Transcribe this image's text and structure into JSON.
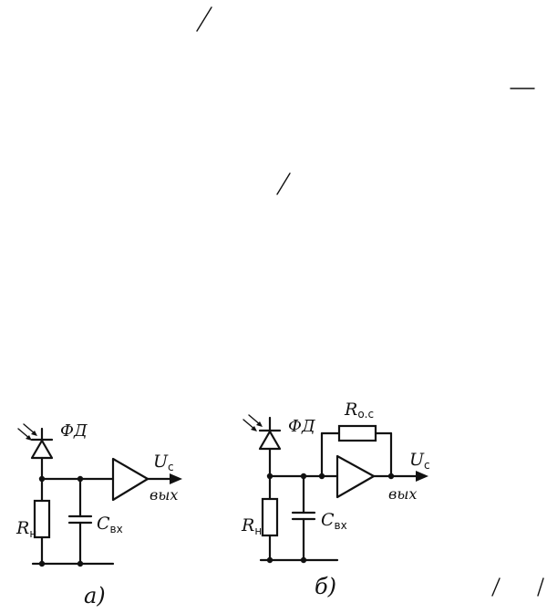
{
  "colors": {
    "ink": "#111111",
    "background": "#ffffff"
  },
  "circuit_a": {
    "photodiode": "ФД",
    "load_resistor": {
      "main": "R",
      "sub": "н"
    },
    "input_capacitance": {
      "main": "C",
      "sub": "вх"
    },
    "signal": {
      "main": "U",
      "sub": "с"
    },
    "output": "вых",
    "caption": "а)"
  },
  "circuit_b": {
    "photodiode": "ФД",
    "feedback_resistor": {
      "main": "R",
      "sub": "о.с"
    },
    "load_resistor": {
      "main": "R",
      "sub": "н"
    },
    "input_capacitance": {
      "main": "C",
      "sub": "вх"
    },
    "signal": {
      "main": "U",
      "sub": "с"
    },
    "output": "вых",
    "caption": "б)"
  }
}
